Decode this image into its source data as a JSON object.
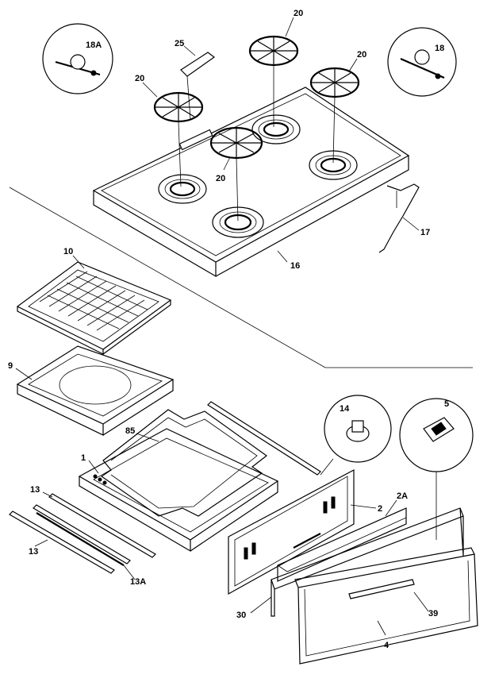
{
  "labels": {
    "l20a": "20",
    "l20b": "20",
    "l20c": "20",
    "l20d": "20",
    "l25": "25",
    "l18a": "18A",
    "l18": "18",
    "l17": "17",
    "l16": "16",
    "l10": "10",
    "l9": "9",
    "l85": "85",
    "l1": "1",
    "l14": "14",
    "l5": "5",
    "l2": "2",
    "l2a": "2A",
    "l13a": "13",
    "l13b": "13",
    "l13c": "13A",
    "l30": "30",
    "l39": "39",
    "l4": "4"
  }
}
